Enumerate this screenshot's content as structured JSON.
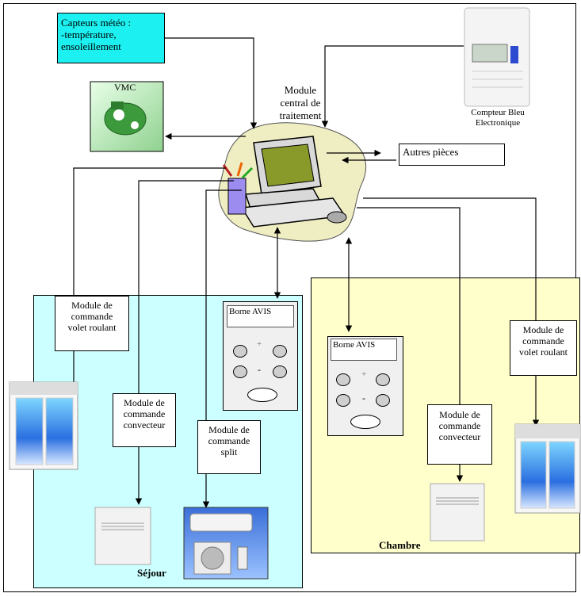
{
  "sensors": {
    "line1": "Capteurs météo :",
    "line2": "-température,",
    "line3": "ensoleillement"
  },
  "vmc": {
    "label": "VMC"
  },
  "central": {
    "line1": "Module",
    "line2": "central de",
    "line3": "traitement"
  },
  "meter": {
    "line1": "Compteur Bleu",
    "line2": "Electronique"
  },
  "other_rooms": {
    "label": "Autres pièces"
  },
  "sejour": {
    "name": "Séjour",
    "volet_module": {
      "line1": "Module de",
      "line2": "commande",
      "line3": "volet roulant"
    },
    "convecteur_module": {
      "line1": "Module de",
      "line2": "commande",
      "line3": "convecteur"
    },
    "split_module": {
      "line1": "Module de",
      "line2": "commande",
      "line3": "split"
    },
    "borne": {
      "label": "Borne AVIS",
      "plus": "+",
      "minus": "-"
    }
  },
  "chambre": {
    "name": "Chambre",
    "volet_module": {
      "line1": "Module de",
      "line2": "commande",
      "line3": "volet roulant"
    },
    "convecteur_module": {
      "line1": "Module de",
      "line2": "commande",
      "line3": "convecteur"
    },
    "borne": {
      "label": "Borne AVIS",
      "plus": "+",
      "minus": "-"
    }
  },
  "colors": {
    "sensor_fill": "#1cf0f0",
    "sejour_fill": "#ccffff",
    "chambre_fill": "#ffffcc",
    "blob_fill": "#efedc2"
  }
}
